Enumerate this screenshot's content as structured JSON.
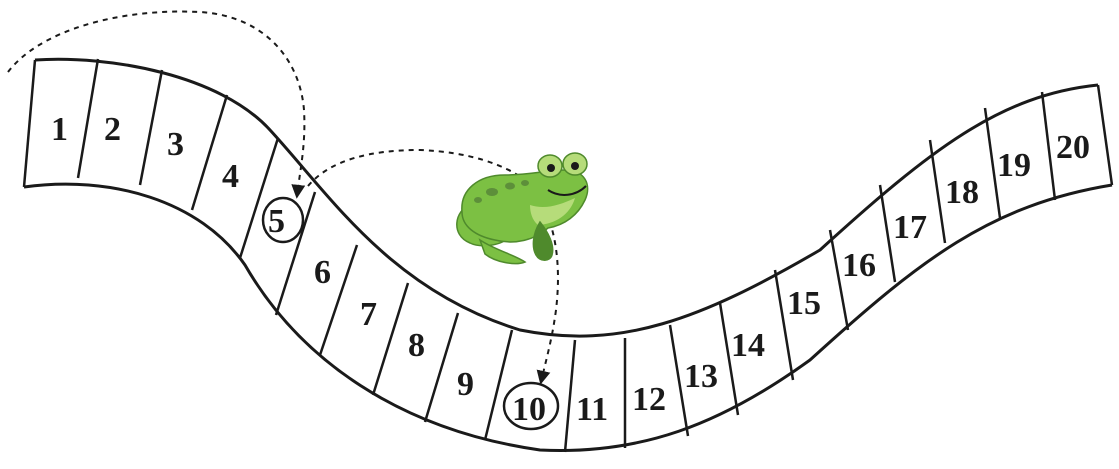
{
  "numbers": [
    "1",
    "2",
    "3",
    "4",
    "5",
    "6",
    "7",
    "8",
    "9",
    "10",
    "11",
    "12",
    "13",
    "14",
    "15",
    "16",
    "17",
    "18",
    "19",
    "20"
  ],
  "circled": [
    "5",
    "10"
  ],
  "figure": "frog-hopping-on-number-strip",
  "colors": {
    "outline": "#1a1a1a",
    "frog_body": "#7cc043",
    "frog_dark": "#4f8a2c",
    "frog_light": "#b6dc7a",
    "frog_spots": "#5d8f3a"
  }
}
